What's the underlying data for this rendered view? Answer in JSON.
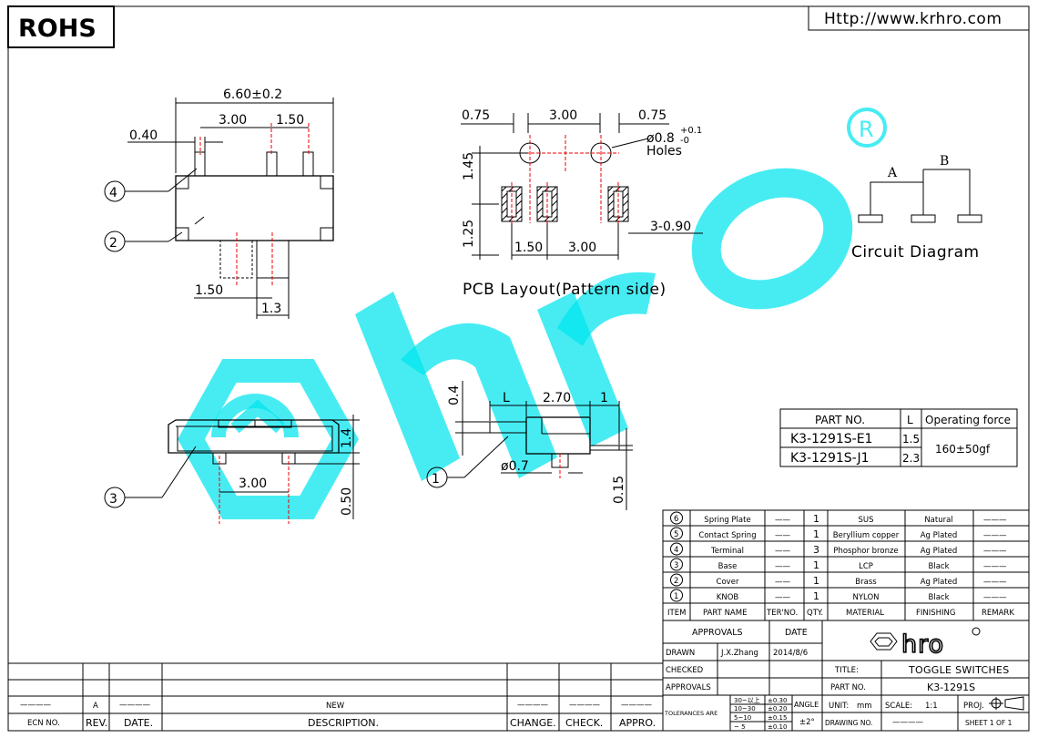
{
  "header": {
    "rohs": "ROHS",
    "url": "Http://www.krhro.com"
  },
  "side_view": {
    "width": "6.60±0.2",
    "pin_gap": "3.00",
    "pin_gap2": "1.50",
    "pin_w": "0.40",
    "knob_pos": "1.50",
    "knob_w": "1.3",
    "callout_4": "4",
    "callout_2": "2"
  },
  "pcb": {
    "left": "0.75",
    "mid": "3.00",
    "right": "0.75",
    "hole_tol_up": "+0.1",
    "hole_tol_dn": "-0",
    "hole_dia": "ø0.8",
    "holes": "Holes",
    "h1": "1.45",
    "h2": "1.25",
    "pad_a": "1.50",
    "pad_b": "3.00",
    "pad_w": "3-0.90",
    "title": "PCB Layout(Pattern side)"
  },
  "circuit": {
    "a": "A",
    "b": "B",
    "title": "Circuit Diagram"
  },
  "front_view": {
    "pitch": "3.00",
    "height": "1.4",
    "base": "0.50",
    "callout_3": "3"
  },
  "knob_view": {
    "t": "0.4",
    "l": "L",
    "len": "2.70",
    "one": "1",
    "dia": "ø0.7",
    "pin_t": "0.15",
    "callout_1": "1"
  },
  "parts_table": {
    "headers": [
      "PART NO.",
      "L",
      "Operating force"
    ],
    "rows": [
      {
        "part": "K3-1291S-E1",
        "l": "1.5"
      },
      {
        "part": "K3-1291S-J1",
        "l": "2.3"
      }
    ],
    "force": "160±50gf"
  },
  "bom": {
    "rows": [
      {
        "item": "6",
        "name": "Spring Plate",
        "ter": "——",
        "qty": "1",
        "material": "SUS",
        "finishing": "Natural",
        "remark": "———"
      },
      {
        "item": "5",
        "name": "Contact Spring",
        "ter": "——",
        "qty": "1",
        "material": "Beryllium copper",
        "finishing": "Ag Plated",
        "remark": "———"
      },
      {
        "item": "4",
        "name": "Terminal",
        "ter": "——",
        "qty": "3",
        "material": "Phosphor bronze",
        "finishing": "Ag Plated",
        "remark": "———"
      },
      {
        "item": "3",
        "name": "Base",
        "ter": "——",
        "qty": "1",
        "material": "LCP",
        "finishing": "Black",
        "remark": "———"
      },
      {
        "item": "2",
        "name": "Cover",
        "ter": "——",
        "qty": "1",
        "material": "Brass",
        "finishing": "Ag Plated",
        "remark": "———"
      },
      {
        "item": "1",
        "name": "KNOB",
        "ter": "——",
        "qty": "1",
        "material": "NYLON",
        "finishing": "Black",
        "remark": "———"
      }
    ],
    "header": {
      "item": "ITEM",
      "name": "PART NAME",
      "ter": "TER'NO.",
      "qty": "QTY.",
      "material": "MATERIAL",
      "finishing": "FINISHING",
      "remark": "REMARK"
    }
  },
  "title_block": {
    "approvals": "APPROVALS",
    "date": "DATE",
    "drawn": "DRAWN",
    "drawn_by": "J.X.Zhang",
    "drawn_date": "2014/8/6",
    "checked": "CHECKED",
    "approvals2": "APPROVALS",
    "tol_label": "TOLERANCES ARE",
    "tol_ranges": [
      "30~以上",
      "10~30",
      "5~10",
      "~ 5"
    ],
    "tol_values": [
      "±0.30",
      "±0.20",
      "±0.15",
      "±0.10"
    ],
    "angle": "ANGLE",
    "angle_val": "±2°",
    "logo": "hro",
    "title_label": "TITLE:",
    "title": "TOGGLE SWITCHES",
    "partno_label": "PART NO.",
    "partno": "K3-1291S",
    "unit_label": "UNIT:",
    "unit": "mm",
    "scale_label": "SCALE:",
    "scale": "1:1",
    "proj": "PROJ.",
    "drawing_label": "DRAWING NO.",
    "drawing_no": "————",
    "sheet": "SHEET  1  OF  1"
  },
  "revision_block": {
    "row_ecn": "————",
    "row_rev": "A",
    "row_date": "————",
    "row_desc": "NEW",
    "row_change": "————",
    "row_check": "————",
    "row_appro": "————",
    "ecn": "ECN NO.",
    "rev": "REV.",
    "date": "DATE.",
    "description": "DESCRIPTION.",
    "change": "CHANGE.",
    "check": "CHECK.",
    "appro": "APPRO."
  }
}
